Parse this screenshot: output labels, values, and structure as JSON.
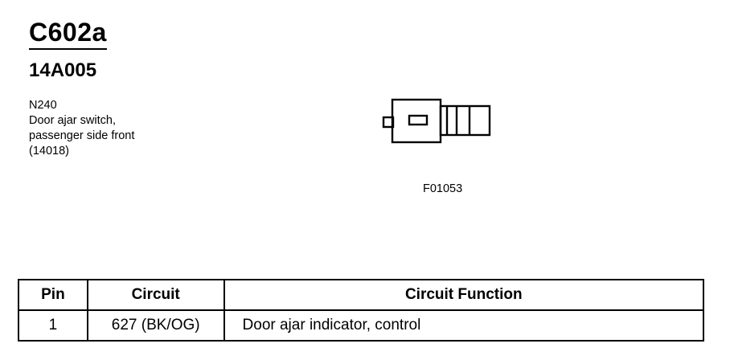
{
  "header": {
    "connector_id": "C602a",
    "part_number": "14A005"
  },
  "component": {
    "code": "N240",
    "name_line1": "Door ajar switch,",
    "name_line2": "passenger side front",
    "ref_number": "(14018)"
  },
  "figure": {
    "code": "F01053"
  },
  "pinout_table": {
    "headers": {
      "pin": "Pin",
      "circuit": "Circuit",
      "function": "Circuit Function"
    },
    "rows": [
      {
        "pin": "1",
        "circuit": "627 (BK/OG)",
        "function": "Door ajar indicator, control"
      }
    ]
  }
}
